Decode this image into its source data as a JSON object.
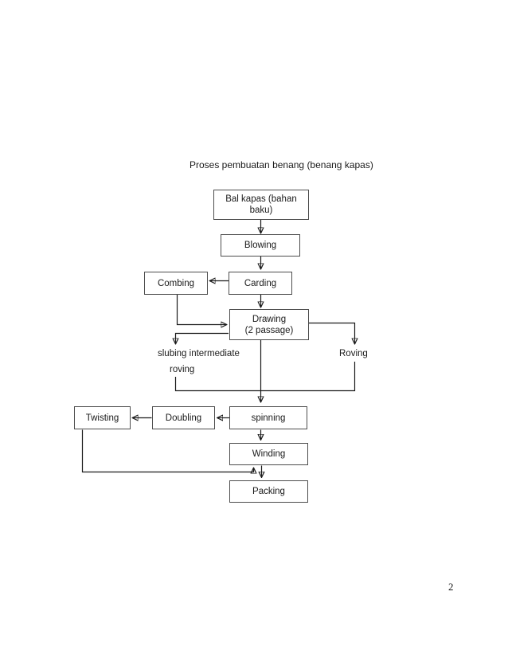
{
  "page": {
    "number": "2"
  },
  "diagram": {
    "title": "Proses pembuatan benang (benang kapas)",
    "nodes": {
      "bal_kapas": {
        "line1": "Bal kapas (bahan",
        "line2": "baku)"
      },
      "blowing": {
        "label": "Blowing"
      },
      "combing": {
        "label": "Combing"
      },
      "carding": {
        "label": "Carding"
      },
      "drawing": {
        "line1": "Drawing",
        "line2": "(2 passage)"
      },
      "slubing_roving": {
        "line1": "slubing intermediate",
        "line2": "roving"
      },
      "roving": {
        "label": "Roving"
      },
      "twisting": {
        "label": "Twisting"
      },
      "doubling": {
        "label": "Doubling"
      },
      "spinning": {
        "label": "spinning"
      },
      "winding": {
        "label": "Winding"
      },
      "packing": {
        "label": "Packing"
      }
    },
    "edges": [
      {
        "from": "bal_kapas",
        "to": "blowing"
      },
      {
        "from": "blowing",
        "to": "carding"
      },
      {
        "from": "carding",
        "to": "combing"
      },
      {
        "from": "carding",
        "to": "drawing"
      },
      {
        "from": "combing",
        "to": "drawing"
      },
      {
        "from": "drawing",
        "to": "slubing_roving"
      },
      {
        "from": "drawing",
        "to": "roving"
      },
      {
        "from": "drawing",
        "to": "spinning"
      },
      {
        "from": "slubing_roving",
        "to": "spinning"
      },
      {
        "from": "roving",
        "to": "spinning"
      },
      {
        "from": "spinning",
        "to": "doubling"
      },
      {
        "from": "doubling",
        "to": "twisting"
      },
      {
        "from": "spinning",
        "to": "winding"
      },
      {
        "from": "twisting",
        "to": "winding"
      },
      {
        "from": "winding",
        "to": "packing"
      }
    ],
    "colors": {
      "line": "#1a1a1a",
      "box_border": "#4d4d4d",
      "text": "#1a1a1a",
      "background": "#ffffff"
    }
  }
}
